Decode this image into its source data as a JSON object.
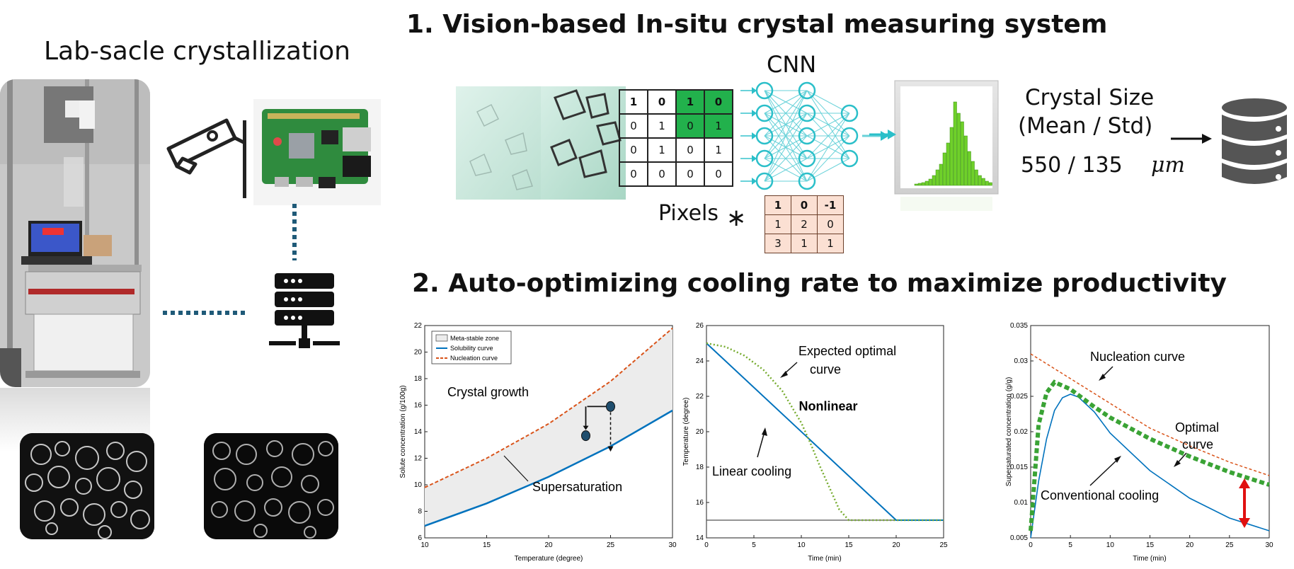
{
  "left": {
    "title": "Lab-sacle crystallization"
  },
  "section1": {
    "title": "1. Vision-based In-situ crystal measuring system",
    "cnn_label": "CNN",
    "pixels_label": "Pixels",
    "conv_symbol": "∗",
    "matrix": [
      [
        "1",
        "0",
        "1",
        "0"
      ],
      [
        "0",
        "1",
        "0",
        "1"
      ],
      [
        "0",
        "1",
        "0",
        "1"
      ],
      [
        "0",
        "0",
        "0",
        "0"
      ]
    ],
    "kernel": [
      [
        "1",
        "0",
        "-1"
      ],
      [
        "1",
        "2",
        "0"
      ],
      [
        "3",
        "1",
        "1"
      ]
    ],
    "size_line1": "Crystal  Size",
    "size_line2": "(Mean / Std)",
    "size_value": "550  /  135",
    "size_unit": "μm",
    "accent": "#2bbfc9",
    "green": "#22b14c"
  },
  "section2": {
    "title": "2. Auto-optimizing cooling rate to maximize productivity"
  },
  "chart_data": [
    {
      "type": "line",
      "xlabel": "Temperature (degree)",
      "ylabel": "Solute concentration (g/100g)",
      "xlim": [
        10,
        30
      ],
      "ylim": [
        6,
        22
      ],
      "xticks": [
        "10",
        "15",
        "20",
        "25",
        "30"
      ],
      "yticks": [
        "6",
        "8",
        "10",
        "12",
        "14",
        "16",
        "18",
        "20",
        "22"
      ],
      "series": [
        {
          "name": "Meta-stable zone",
          "color": "#e6e6e6"
        },
        {
          "name": "Solubility curve",
          "color": "#0072bd",
          "x": [
            10,
            15,
            20,
            25,
            30
          ],
          "y": [
            6.9,
            8.6,
            10.6,
            12.9,
            15.6
          ]
        },
        {
          "name": "Nucleation curve",
          "color": "#d95319",
          "x": [
            10,
            15,
            20,
            25,
            30
          ],
          "y": [
            9.8,
            12.0,
            14.6,
            17.8,
            21.8
          ]
        }
      ],
      "points": [
        {
          "x": 23,
          "y": 13.7
        },
        {
          "x": 25,
          "y": 15.9
        }
      ],
      "annotations": [
        "Crystal  growth",
        "Supersaturation"
      ]
    },
    {
      "type": "line",
      "xlabel": "Time (min)",
      "ylabel": "Temperature (degree)",
      "xlim": [
        0,
        25
      ],
      "ylim": [
        14,
        26
      ],
      "xticks": [
        "0",
        "5",
        "10",
        "15",
        "20",
        "25"
      ],
      "yticks": [
        "14",
        "16",
        "18",
        "20",
        "22",
        "24",
        "26"
      ],
      "series": [
        {
          "name": "Linear cooling",
          "color": "#0072bd",
          "x": [
            0,
            20,
            25
          ],
          "y": [
            25,
            15,
            15
          ]
        },
        {
          "name": "Expected optimal curve",
          "color": "#77ac30",
          "x": [
            0,
            2,
            4,
            6,
            8,
            10,
            11,
            12,
            13,
            14,
            15,
            25
          ],
          "y": [
            25,
            24.8,
            24.3,
            23.5,
            22.3,
            20.5,
            19.3,
            18.0,
            16.8,
            15.6,
            15,
            15
          ]
        }
      ],
      "hline": 15,
      "annotations": [
        "Expected optimal",
        "curve",
        "Nonlinear",
        "Linear cooling"
      ]
    },
    {
      "type": "line",
      "xlabel": "Time (min)",
      "ylabel": "Supersaturated concentration (g/g)",
      "xlim": [
        0,
        30
      ],
      "ylim": [
        0.005,
        0.035
      ],
      "xticks": [
        "0",
        "5",
        "10",
        "15",
        "20",
        "25",
        "30"
      ],
      "yticks": [
        "0.005",
        "0.01",
        "0.015",
        "0.02",
        "0.025",
        "0.03",
        "0.035"
      ],
      "series": [
        {
          "name": "Nucleation curve",
          "color": "#d95319",
          "x": [
            0,
            5,
            10,
            15,
            20,
            25,
            30
          ],
          "y": [
            0.031,
            0.0275,
            0.024,
            0.0205,
            0.018,
            0.0157,
            0.0138
          ]
        },
        {
          "name": "Optimal curve",
          "color": "#3aa335",
          "x": [
            0,
            1,
            2,
            3,
            5,
            8,
            10,
            15,
            20,
            25,
            30
          ],
          "y": [
            0.006,
            0.021,
            0.0255,
            0.027,
            0.026,
            0.0235,
            0.022,
            0.019,
            0.0165,
            0.0143,
            0.0125
          ]
        },
        {
          "name": "Conventional cooling",
          "color": "#0072bd",
          "x": [
            0,
            1,
            2,
            3,
            4,
            5,
            6,
            8,
            10,
            15,
            20,
            25,
            30
          ],
          "y": [
            0.005,
            0.013,
            0.019,
            0.023,
            0.0248,
            0.0253,
            0.0249,
            0.0228,
            0.0198,
            0.0145,
            0.0106,
            0.0078,
            0.006
          ]
        }
      ],
      "annotations": [
        "Nucleation curve",
        "Optimal",
        "curve",
        "Conventional cooling"
      ]
    }
  ]
}
